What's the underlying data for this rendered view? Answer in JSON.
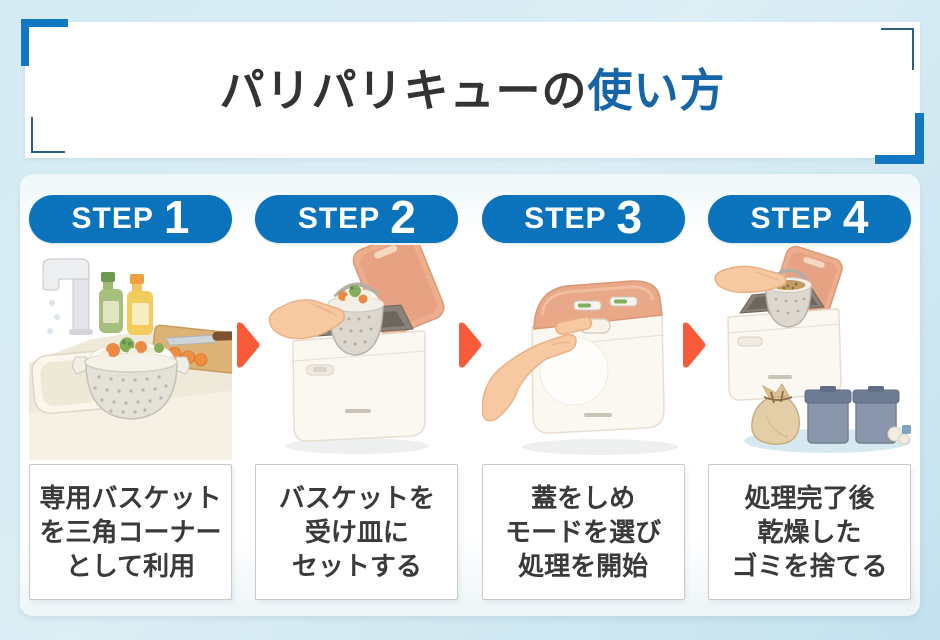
{
  "header": {
    "title_main": "パリパリキューの",
    "title_accent": "使い方"
  },
  "steps": [
    {
      "badge_word": "STEP",
      "badge_number": "1",
      "caption": "専用バスケット\nを三角コーナー\nとして利用",
      "illustration": "sink-with-vegetable-basket"
    },
    {
      "badge_word": "STEP",
      "badge_number": "2",
      "caption": "バスケットを\n受け皿に\nセットする",
      "illustration": "hand-setting-basket-into-dryer"
    },
    {
      "badge_word": "STEP",
      "badge_number": "3",
      "caption": "蓋をしめ\nモードを選び\n処理を開始",
      "illustration": "finger-pressing-mode-button"
    },
    {
      "badge_word": "STEP",
      "badge_number": "4",
      "caption": "処理完了後\n乾燥した\nゴミを捨てる",
      "illustration": "hand-removing-dried-waste-with-trash-bags"
    }
  ],
  "colors": {
    "badge_blue": "#0a73bc",
    "title_accent_blue": "#1565a8",
    "title_text": "#333333",
    "arrow_orange": "#f75b3a",
    "corner_thick_blue": "#1377c2",
    "corner_thin_navy": "#2a5e88",
    "background_blue": "#cfe7f1"
  }
}
